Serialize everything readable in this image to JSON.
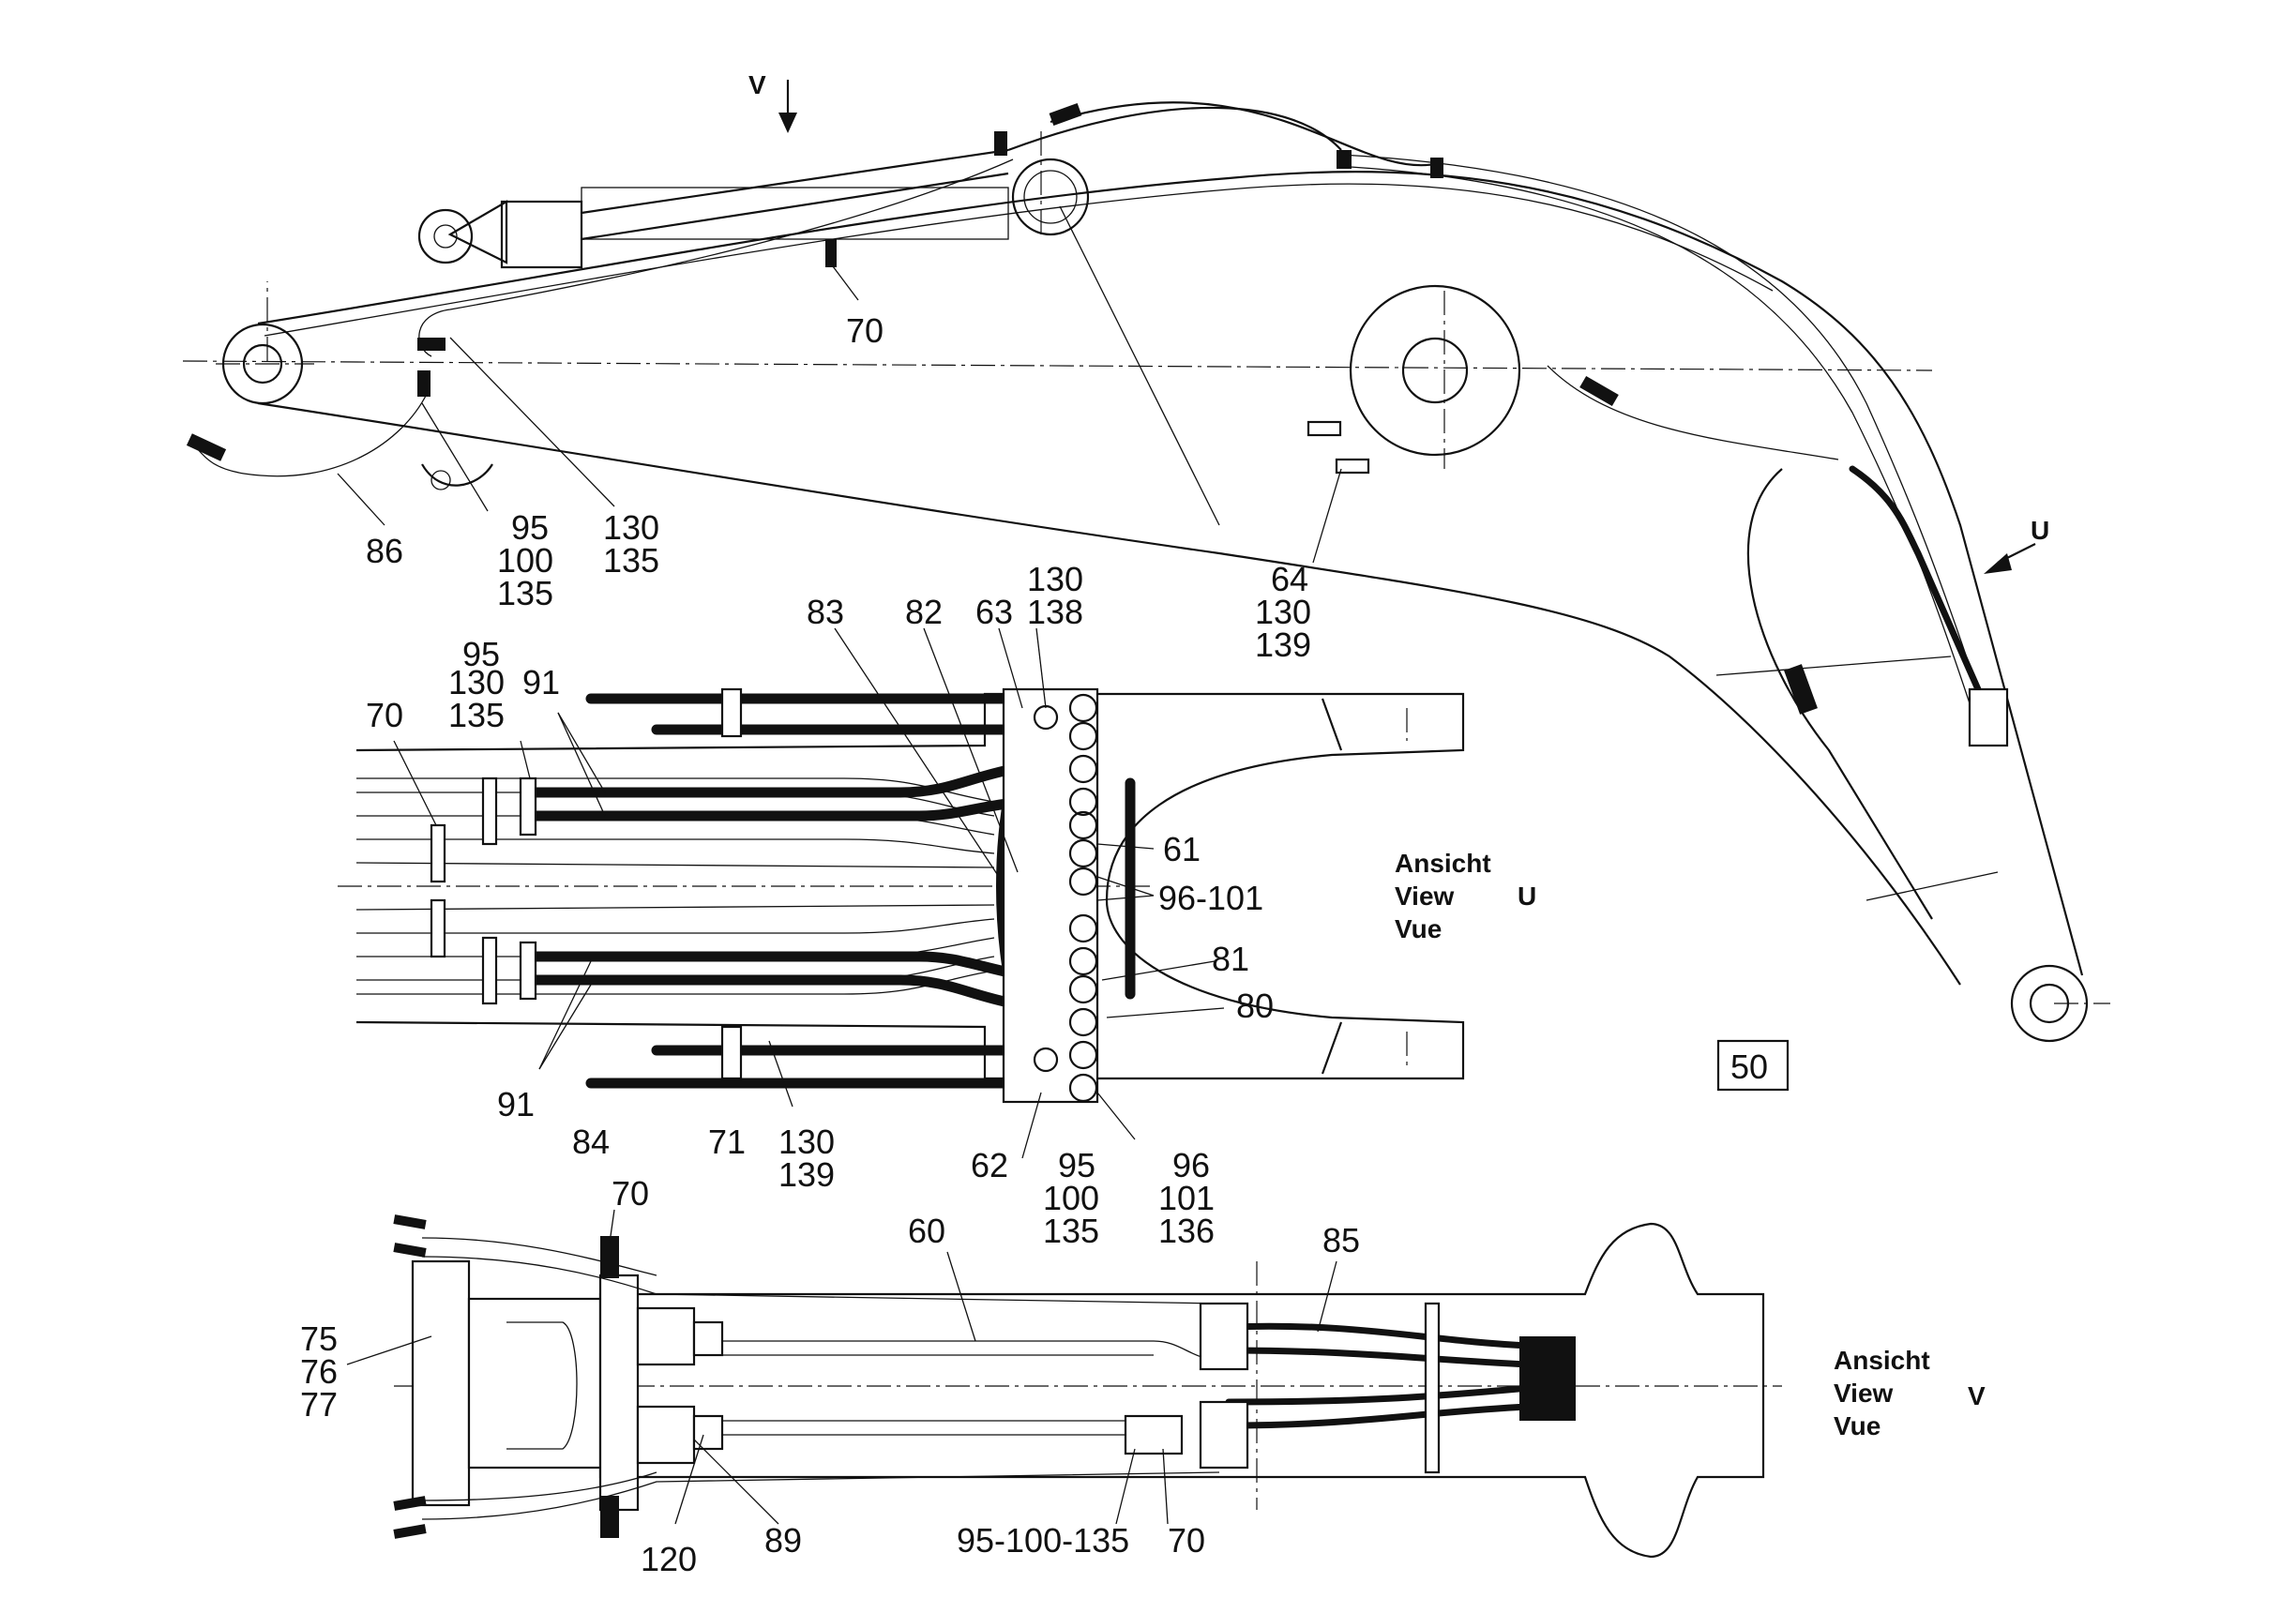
{
  "sheet": {
    "figure_number": "50"
  },
  "view_u": {
    "arrow_letter": "U",
    "caption_de": "Ansicht",
    "caption_en": "View",
    "caption_fr": "Vue",
    "caption_letter": "U"
  },
  "view_v": {
    "arrow_letter": "V",
    "caption_de": "Ansicht",
    "caption_en": "View",
    "caption_fr": "Vue",
    "caption_letter": "V"
  },
  "side_view": {
    "callouts": [
      {
        "id": "c70",
        "lines": [
          "70"
        ]
      },
      {
        "id": "c86",
        "lines": [
          "86"
        ]
      },
      {
        "id": "c95",
        "lines": [
          "95",
          "100",
          "135"
        ]
      },
      {
        "id": "c130",
        "lines": [
          "130",
          "135"
        ]
      },
      {
        "id": "c64",
        "lines": [
          "64",
          "130",
          "139"
        ]
      }
    ]
  },
  "view_u_detail": {
    "callouts": [
      {
        "id": "u70",
        "lines": [
          "70"
        ]
      },
      {
        "id": "u95",
        "lines": [
          "95",
          "130",
          "135"
        ]
      },
      {
        "id": "u91a",
        "lines": [
          "91"
        ]
      },
      {
        "id": "u83",
        "lines": [
          "83"
        ]
      },
      {
        "id": "u82",
        "lines": [
          "82"
        ]
      },
      {
        "id": "u63",
        "lines": [
          "63"
        ]
      },
      {
        "id": "u130",
        "lines": [
          "130",
          "138"
        ]
      },
      {
        "id": "u61",
        "lines": [
          "61"
        ]
      },
      {
        "id": "u96",
        "lines": [
          "96-101"
        ]
      },
      {
        "id": "u81",
        "lines": [
          "81"
        ]
      },
      {
        "id": "u80",
        "lines": [
          "80"
        ]
      },
      {
        "id": "u91b",
        "lines": [
          "91"
        ]
      },
      {
        "id": "u84",
        "lines": [
          "84"
        ]
      },
      {
        "id": "u71",
        "lines": [
          "71"
        ]
      },
      {
        "id": "u130b",
        "lines": [
          "130",
          "139"
        ]
      },
      {
        "id": "u62",
        "lines": [
          "62"
        ]
      },
      {
        "id": "u95b",
        "lines": [
          "95",
          "100",
          "135"
        ]
      },
      {
        "id": "u96b",
        "lines": [
          "96",
          "101",
          "136"
        ]
      }
    ]
  },
  "view_v_detail": {
    "callouts": [
      {
        "id": "v70",
        "lines": [
          "70"
        ]
      },
      {
        "id": "v60",
        "lines": [
          "60"
        ]
      },
      {
        "id": "v85",
        "lines": [
          "85"
        ]
      },
      {
        "id": "v75",
        "lines": [
          "75",
          "76",
          "77"
        ]
      },
      {
        "id": "v120",
        "lines": [
          "120"
        ]
      },
      {
        "id": "v89",
        "lines": [
          "89"
        ]
      },
      {
        "id": "v95",
        "lines": [
          "95-100-135"
        ]
      },
      {
        "id": "v70b",
        "lines": [
          "70"
        ]
      }
    ]
  }
}
